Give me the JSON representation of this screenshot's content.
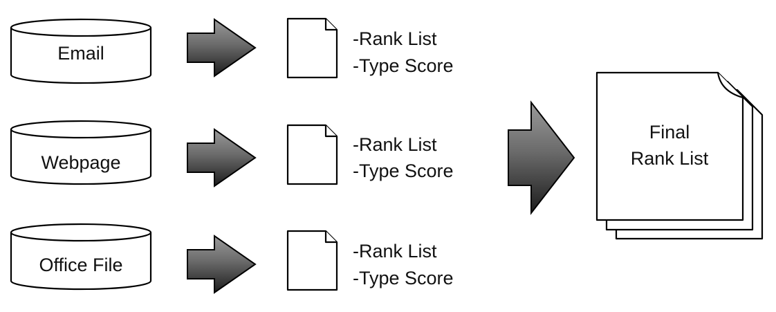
{
  "sources": [
    {
      "label": "Email",
      "lines": [
        "-Rank List",
        "-Type Score"
      ]
    },
    {
      "label": "Webpage",
      "lines": [
        "-Rank List",
        "-Type Score"
      ]
    },
    {
      "label": "Office File",
      "lines": [
        "-Rank List",
        "-Type Score"
      ]
    }
  ],
  "result": {
    "lines": [
      "Final",
      "Rank List"
    ]
  },
  "colors": {
    "arrow_light": "#8c8c8c",
    "arrow_dark": "#222222",
    "stroke": "#000000",
    "background": "#ffffff"
  },
  "icons": {
    "source": "database-cylinder-icon",
    "arrow": "right-arrow-icon",
    "doc": "document-icon",
    "stack": "document-stack-icon"
  }
}
